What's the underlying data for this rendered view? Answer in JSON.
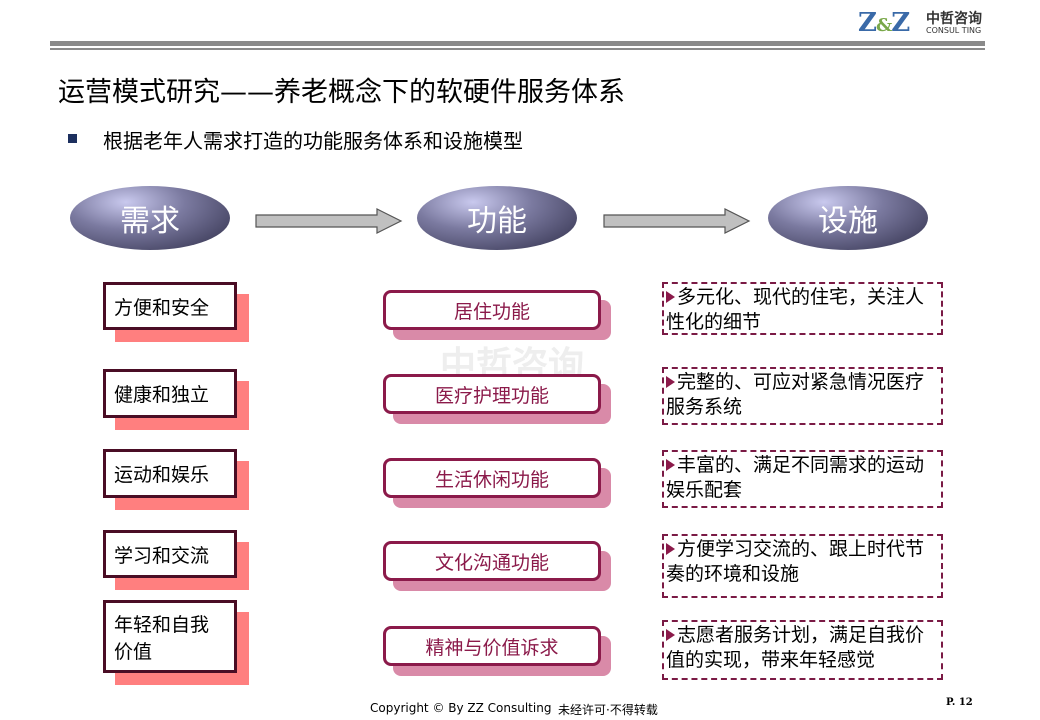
{
  "logo": {
    "mark": "Z&Z",
    "cn": "中哲咨询",
    "en": "CONSUL TING"
  },
  "title": "运营模式研究——养老概念下的软硬件服务体系",
  "subtitle": "根据老年人需求打造的功能服务体系和设施模型",
  "headers": [
    "需求",
    "功能",
    "设施"
  ],
  "needs": [
    "方便和安全",
    "健康和独立",
    "运动和娱乐",
    "学习和交流",
    "年轻和自我价值"
  ],
  "functions": [
    "居住功能",
    "医疗护理功能",
    "生活休闲功能",
    "文化沟通功能",
    "精神与价值诉求"
  ],
  "facilities": [
    "多元化、现代的住宅，关注人性化的细节",
    "完整的、可应对紧急情况医疗服务系统",
    "丰富的、满足不同需求的运动娱乐配套",
    "方便学习交流的、跟上时代节奏的环境和设施",
    "志愿者服务计划，满足自我价值的实现，带来年轻感觉"
  ],
  "watermark": "中哲咨询",
  "footer": {
    "copyright": "Copyright © By  ZZ Consulting",
    "notice": "未经许可·不得转载",
    "page": "P. 12"
  }
}
